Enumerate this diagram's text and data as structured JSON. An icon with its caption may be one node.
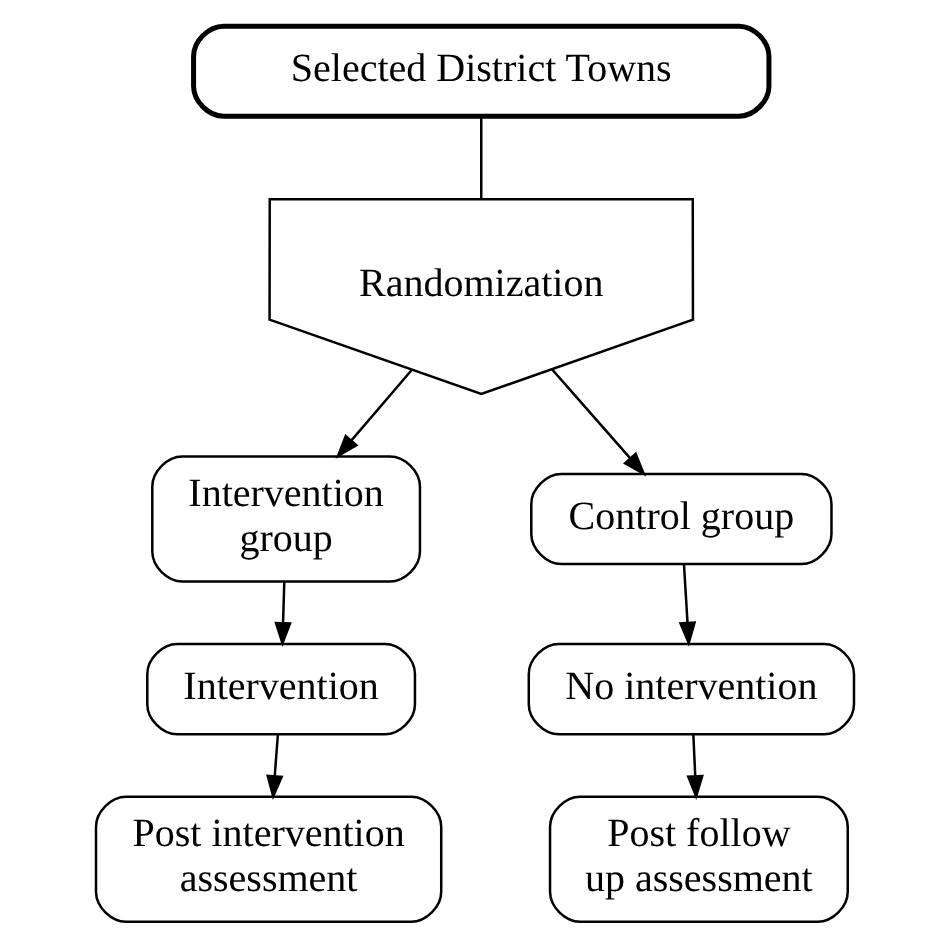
{
  "diagram": {
    "nodes": [
      {
        "text": [
          "Selected District Towns"
        ]
      },
      {
        "text": [
          "Randomization"
        ]
      },
      {
        "text": [
          "Intervention group"
        ]
      },
      {
        "text": [
          "Control group"
        ]
      },
      {
        "text": [
          "Intervention"
        ]
      },
      {
        "text": [
          "No intervention"
        ]
      },
      {
        "text": [
          "Post intervention assessment"
        ]
      },
      {
        "text": [
          "Post follow up assessment"
        ]
      }
    ],
    "edges": [
      {
        "from": 0,
        "to": 1,
        "arrow": "none"
      },
      {
        "from": 1,
        "to": 2,
        "arrow": "to"
      },
      {
        "from": 1,
        "to": 3,
        "arrow": "to"
      },
      {
        "from": 2,
        "to": 4,
        "arrow": "to"
      },
      {
        "from": 4,
        "to": 6,
        "arrow": "to"
      },
      {
        "from": 3,
        "to": 5,
        "arrow": "to"
      },
      {
        "from": 5,
        "to": 7,
        "arrow": "to"
      }
    ]
  }
}
